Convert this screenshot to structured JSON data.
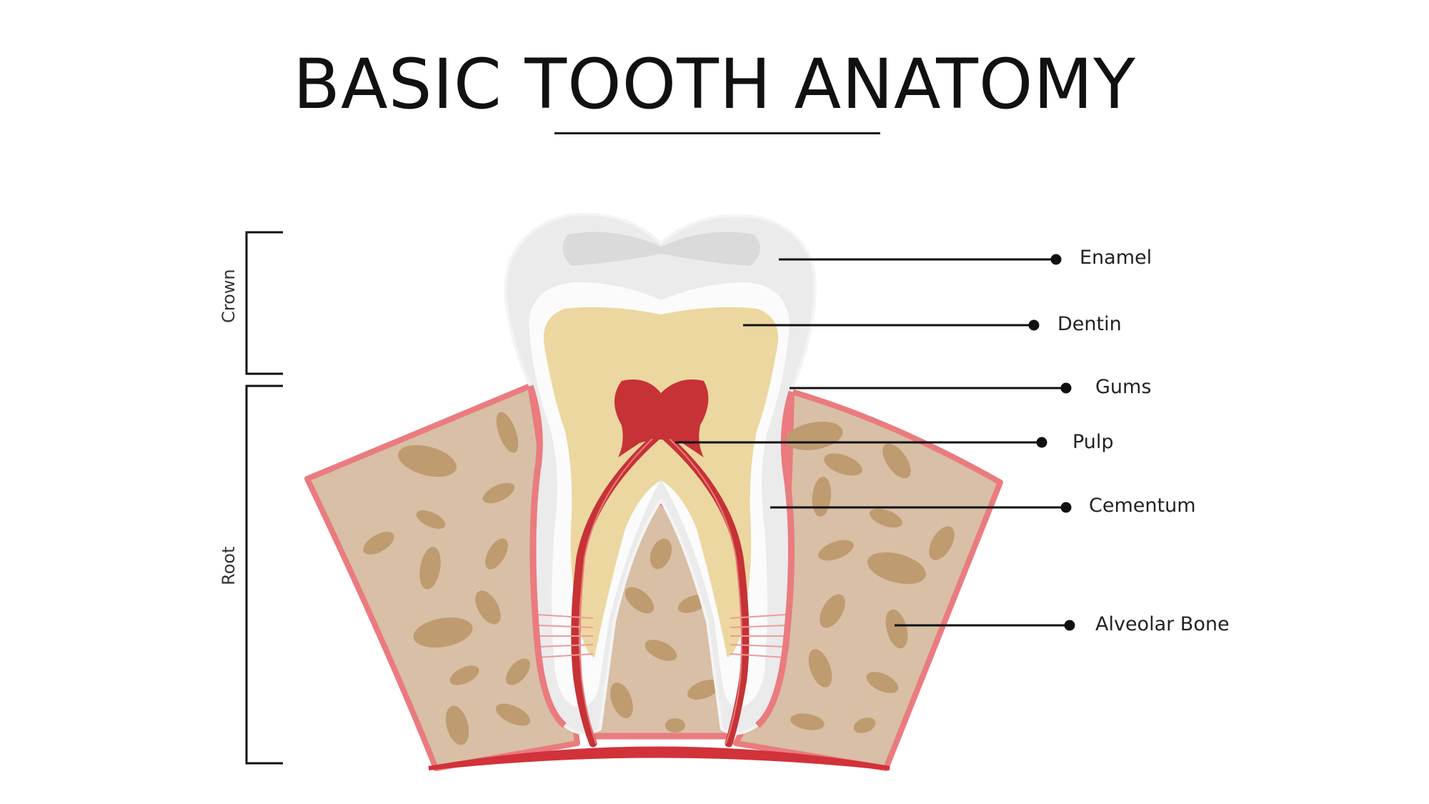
{
  "title": "BASIC TOOTH ANATOMY",
  "regions": {
    "crown": "Crown",
    "root": "Root"
  },
  "labels": {
    "enamel": "Enamel",
    "dentin": "Dentin",
    "gums": "Gums",
    "pulp": "Pulp",
    "cementum": "Cementum",
    "alveolar_bone": "Alveolar Bone"
  },
  "colors": {
    "enamel": "#ebebeb",
    "dentin": "#ecd7a0",
    "pulp": "#c63236",
    "gum_line": "#ea7b7f",
    "bone": "#d8bfa5",
    "bone_spots": "#bf9b70",
    "base": "#d2323a"
  }
}
